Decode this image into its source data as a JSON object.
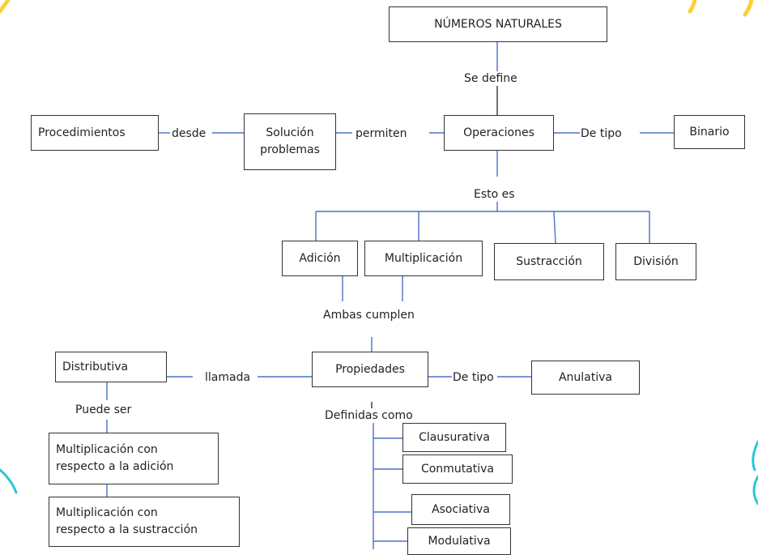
{
  "nodes": {
    "numeros": "NÚMEROS NATURALES",
    "procedimientos": "Procedimientos",
    "solucion": "Solución\nproblemas",
    "operaciones": "Operaciones",
    "binario": "Binario",
    "adicion": "Adición",
    "multiplicacion": "Multiplicación",
    "sustraccion": "Sustracción",
    "division": "División",
    "distributiva": "Distributiva",
    "propiedades": "Propiedades",
    "anulativa": "Anulativa",
    "mult_adicion": "Multiplicación con\nrespecto a la adición",
    "mult_sustraccion": "Multiplicación con\nrespecto a la sustracción",
    "clausurativa": "Clausurativa",
    "conmutativa": "Conmutativa",
    "asociativa": "Asociativa",
    "modulativa": "Modulativa"
  },
  "labels": {
    "se_define": "Se define",
    "desde": "desde",
    "permiten": "permiten",
    "de_tipo_1": "De tipo",
    "esto_es": "Esto es",
    "ambas_cumplen": "Ambas cumplen",
    "llamada": "llamada",
    "de_tipo_2": "De tipo",
    "puede_ser": "Puede ser",
    "definidas_como": "Definidas como"
  },
  "colors": {
    "connector": "#4a72c4",
    "connector_dark": "#333333",
    "border": "#333333",
    "accent_yellow": "#f8d23a",
    "accent_cyan": "#27c8d8"
  }
}
